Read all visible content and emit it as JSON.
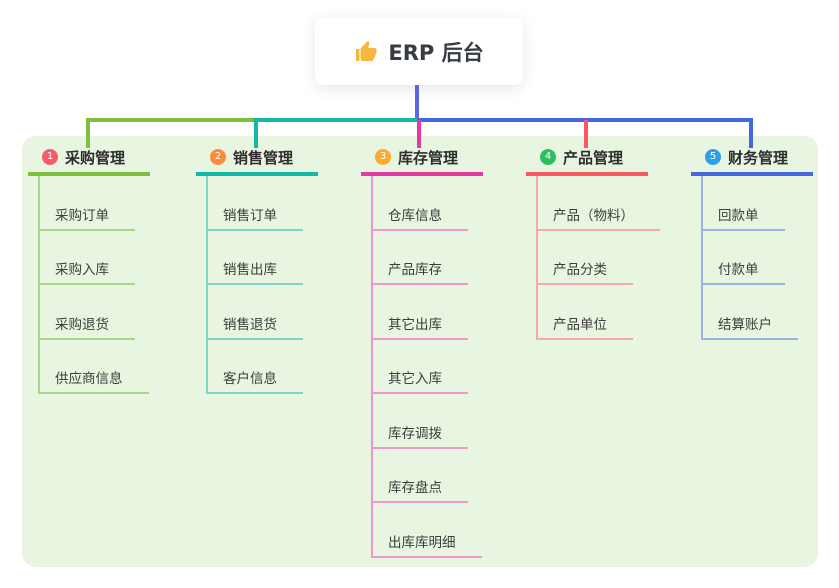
{
  "root": {
    "title": "ERP 后台",
    "icon": "thumbs-up-icon",
    "icon_color": "#f5b83d"
  },
  "colors": {
    "canvas_bg": "#ffffff",
    "panel_bg": "#e8f5e0",
    "root_connector": "#5b68e0"
  },
  "branches": [
    {
      "index": "1",
      "title": "采购管理",
      "badge_color": "#f75b6b",
      "line_color": "#7ebf3e",
      "light_color": "#abd689",
      "children": [
        "采购订单",
        "采购入库",
        "采购退货",
        "供应商信息"
      ]
    },
    {
      "index": "2",
      "title": "销售管理",
      "badge_color": "#f78e3d",
      "line_color": "#14b8a6",
      "light_color": "#7fd6c7",
      "children": [
        "销售订单",
        "销售出库",
        "销售退货",
        "客户信息"
      ]
    },
    {
      "index": "3",
      "title": "库存管理",
      "badge_color": "#f9ac32",
      "line_color": "#e23a9f",
      "light_color": "#f096cd",
      "children": [
        "仓库信息",
        "产品库存",
        "其它出库",
        "其它入库",
        "库存调拨",
        "库存盘点",
        "出库库明细"
      ]
    },
    {
      "index": "4",
      "title": "产品管理",
      "badge_color": "#2ebd5f",
      "line_color": "#f75a63",
      "light_color": "#fba6ad",
      "children": [
        "产品（物料）",
        "产品分类",
        "产品单位"
      ]
    },
    {
      "index": "5",
      "title": "财务管理",
      "badge_color": "#2f9fe8",
      "line_color": "#4467dd",
      "light_color": "#9fb2e6",
      "children": [
        "回款单",
        "付款单",
        "结算账户"
      ]
    }
  ]
}
